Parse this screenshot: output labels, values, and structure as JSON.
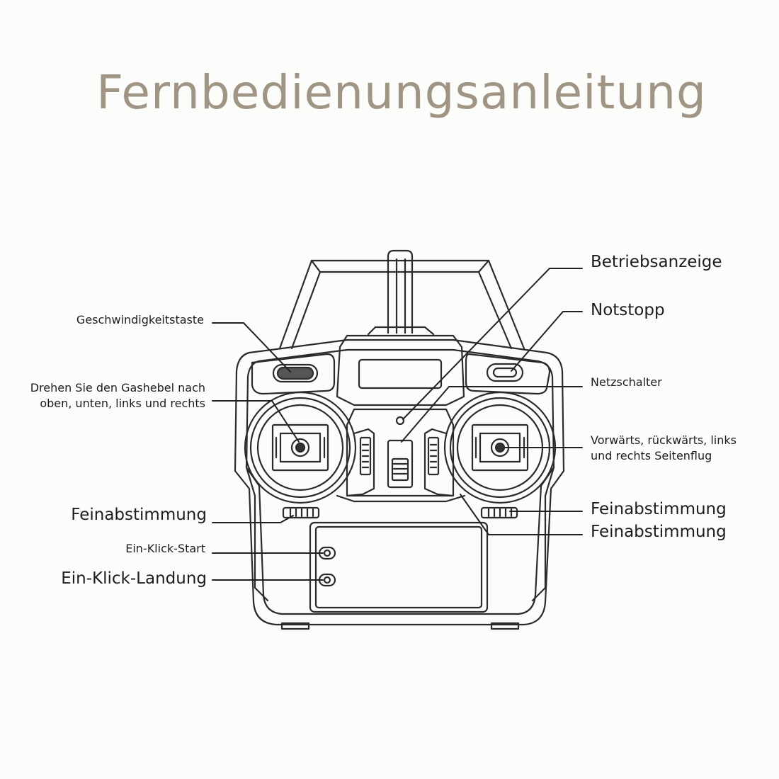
{
  "title": "Fernbedienungsanleitung",
  "labels": {
    "betriebsanzeige": "Betriebsanzeige",
    "notstopp": "Notstopp",
    "netzschalter": "Netzschalter",
    "seitenflug_line1": "Vorwärts, rückwärts, links",
    "seitenflug_line2": "und rechts Seitenflug",
    "feinabstimmung_right_1": "Feinabstimmung",
    "feinabstimmung_right_2": "Feinabstimmung",
    "geschwindigkeitstaste": "Geschwindigkeitstaste",
    "gashebel_line1": "Drehen Sie den Gashebel nach",
    "gashebel_line2": "oben, unten, links und rechts",
    "feinabstimmung_left": "Feinabstimmung",
    "ein_klick_start": "Ein-Klick-Start",
    "ein_klick_landung": "Ein-Klick-Landung"
  }
}
